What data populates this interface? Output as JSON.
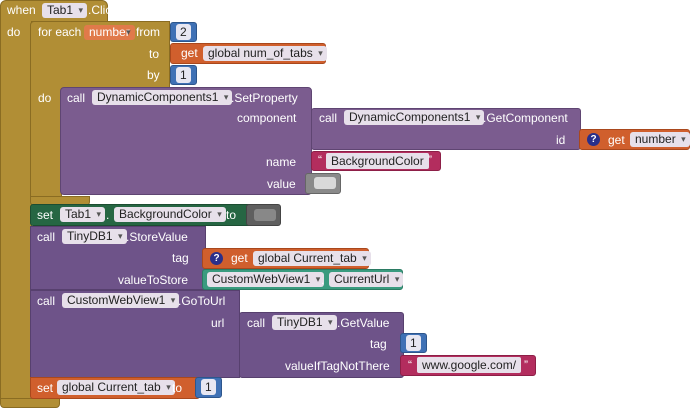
{
  "event": {
    "when": "when",
    "component": "Tab1",
    "event_name": ".Click",
    "do": "do"
  },
  "for_each": {
    "label": "for each",
    "var": "number",
    "from_label": "from",
    "from_value": "2",
    "to_label": "to",
    "to_get": "get",
    "to_var": "global num_of_tabs",
    "by_label": "by",
    "by_value": "1",
    "do": "do"
  },
  "set_property": {
    "call": "call",
    "component": "DynamicComponents1",
    "method": ".SetProperty",
    "component_label": "component",
    "name_label": "name",
    "value_label": "value",
    "name_open_quote": "“",
    "name_value": "BackgroundColor",
    "name_close_quote": "”",
    "value_color": "#d9d9d9"
  },
  "get_component": {
    "call": "call",
    "component": "DynamicComponents1",
    "method": ".GetComponent",
    "id_label": "id",
    "help": "?",
    "get": "get",
    "var": "number"
  },
  "set_bg": {
    "set": "set",
    "component": "Tab1",
    "dot": ".",
    "property": "BackgroundColor",
    "to": "to",
    "color": "#888888"
  },
  "store_value": {
    "call": "call",
    "component": "TinyDB1",
    "method": ".StoreValue",
    "tag_label": "tag",
    "value_label": "valueToStore",
    "tag_help": "?",
    "tag_get": "get",
    "tag_var": "global Current_tab",
    "value_component": "CustomWebView1",
    "value_dot": ".",
    "value_property": "CurrentUrl"
  },
  "go_to_url": {
    "call": "call",
    "component": "CustomWebView1",
    "method": ".GoToUrl",
    "url_label": "url"
  },
  "get_value": {
    "call": "call",
    "component": "TinyDB1",
    "method": ".GetValue",
    "tag_label": "tag",
    "tag_value": "1",
    "default_label": "valueIfTagNotThere",
    "default_open_quote": "“",
    "default_value": "www.google.com/",
    "default_close_quote": "”"
  },
  "set_global": {
    "set": "set",
    "var": "global Current_tab",
    "to": "to",
    "value": "1"
  }
}
